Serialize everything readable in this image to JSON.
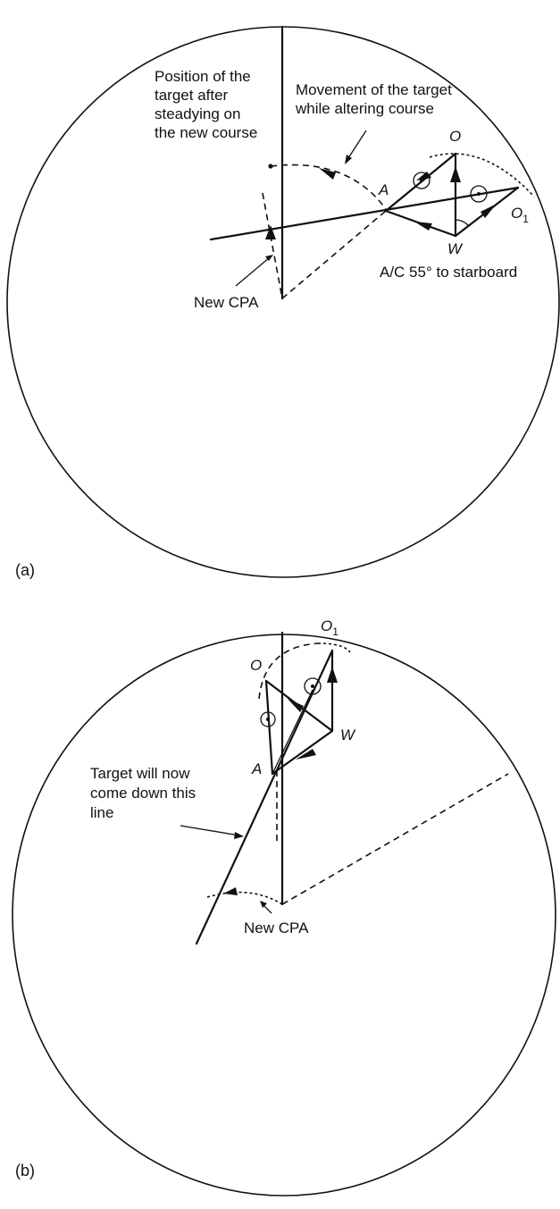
{
  "diagram_a": {
    "panel_label": "(a)",
    "position_label_lines": [
      "Position of the",
      "target after",
      "steadying on",
      "the new course"
    ],
    "movement_label_lines": [
      "Movement of the target",
      "while altering course"
    ],
    "point_o": "O",
    "point_o1_main": "O",
    "point_o1_sub": "1",
    "point_a": "A",
    "point_w": "W",
    "alteration_label": "A/C 55° to starboard",
    "new_cpa_label": "New CPA"
  },
  "diagram_b": {
    "panel_label": "(b)",
    "point_o1_main": "O",
    "point_o1_sub": "1",
    "point_o": "O",
    "point_w": "W",
    "point_a": "A",
    "target_label_lines": [
      "Target will now",
      "come down this",
      "line"
    ],
    "new_cpa_label": "New CPA"
  }
}
